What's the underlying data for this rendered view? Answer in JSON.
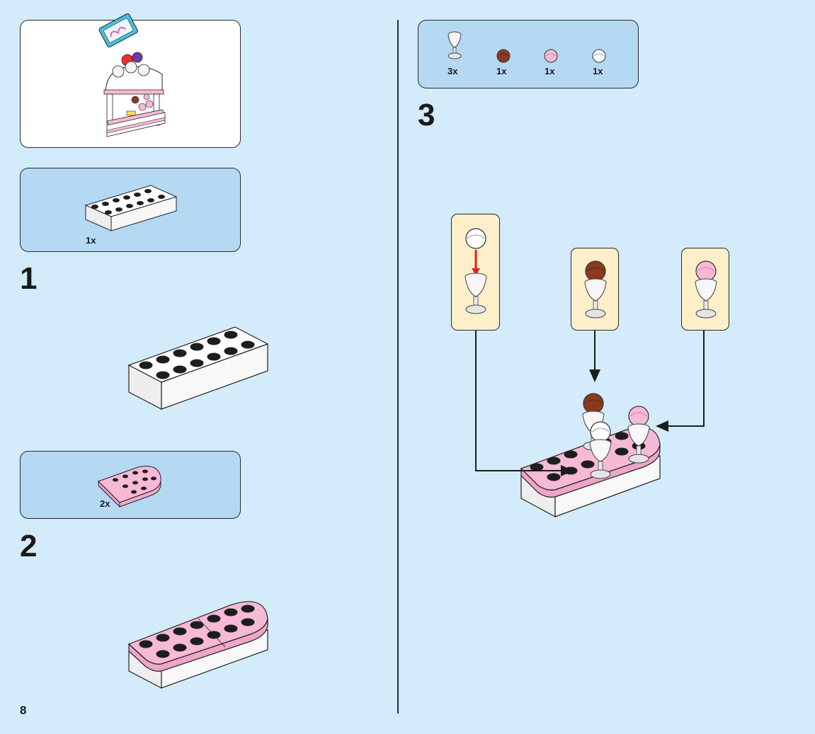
{
  "page": {
    "number": "8"
  },
  "overview": {
    "model": "ice-cream-stand"
  },
  "steps": [
    {
      "number": "1",
      "parts": [
        {
          "qty": "1x",
          "part": "white-brick-2x6"
        }
      ]
    },
    {
      "number": "2",
      "parts": [
        {
          "qty": "2x",
          "part": "pink-rounded-plate"
        }
      ]
    },
    {
      "number": "3",
      "parts": [
        {
          "qty": "3x",
          "part": "clear-goblet"
        },
        {
          "qty": "1x",
          "part": "brown-scoop"
        },
        {
          "qty": "1x",
          "part": "pink-scoop"
        },
        {
          "qty": "1x",
          "part": "white-scoop"
        }
      ]
    }
  ],
  "colors": {
    "background": "#d3ebfa",
    "parts_panel": "#b5d8f3",
    "callout": "#fcefc9",
    "pink": "#f6b9d6",
    "brown": "#8a3b1f",
    "arrow_red": "#e2231a"
  }
}
